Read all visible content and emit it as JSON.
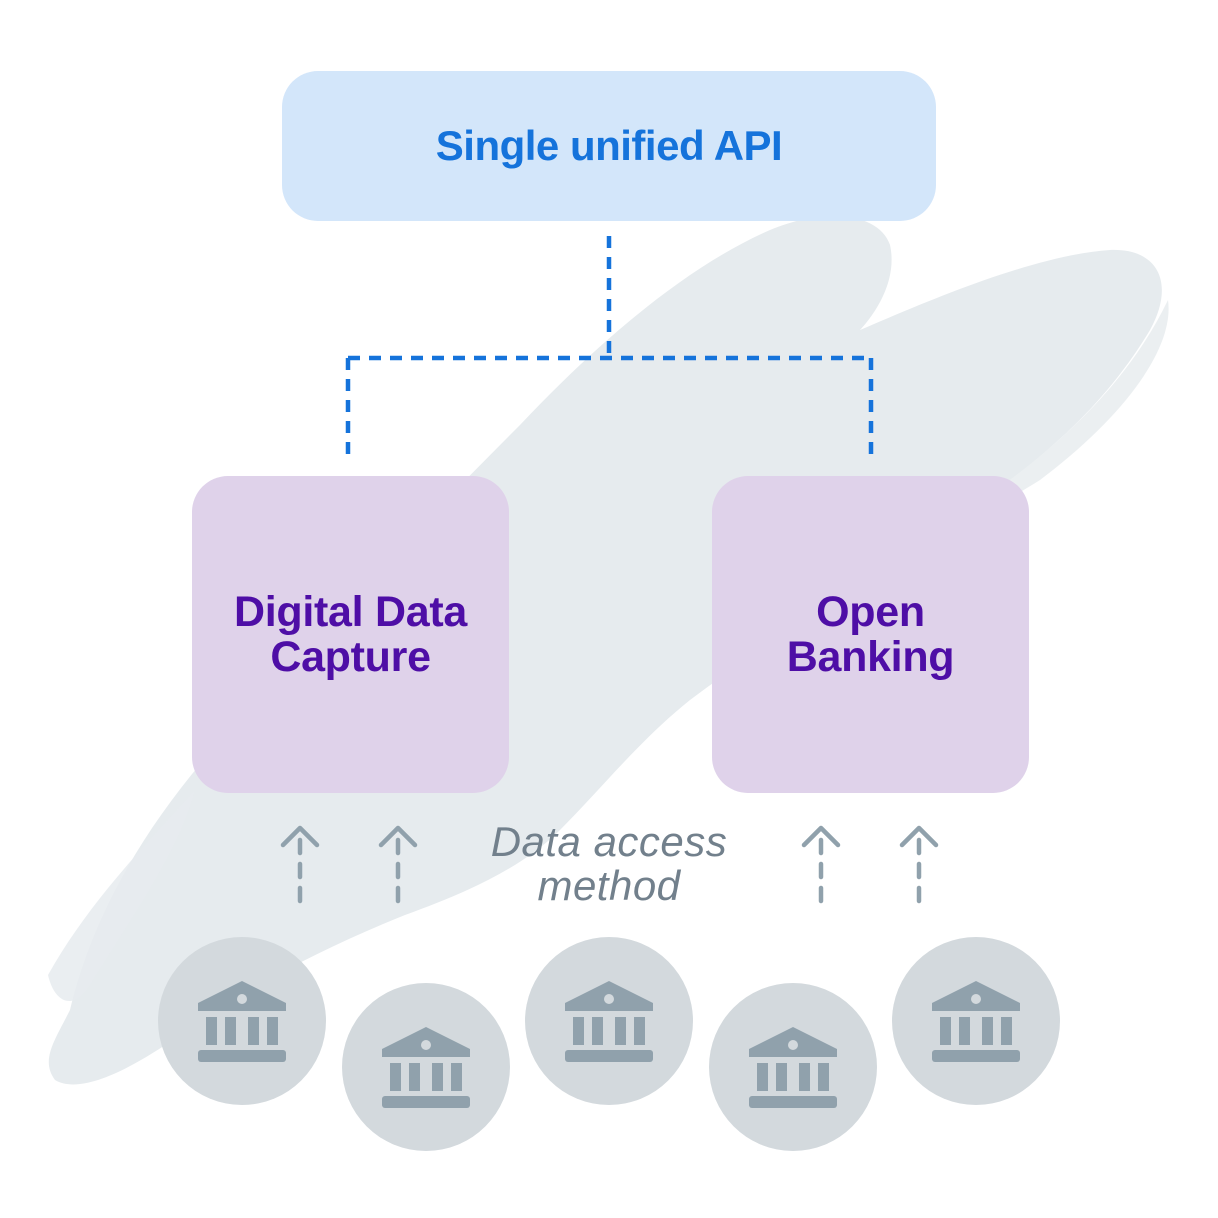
{
  "diagram": {
    "api": {
      "label": "Single unified API"
    },
    "methods": [
      {
        "label": "Digital Data Capture"
      },
      {
        "label": "Open Banking"
      }
    ],
    "access_label": "Data access method",
    "bank_icon": "bank-icon",
    "bank_count": 5
  },
  "colors": {
    "api_fill": "#d3e6fa",
    "api_text": "#1573db",
    "connector": "#1573db",
    "method_fill": "#dfd2ea",
    "method_text": "#4e0ea6",
    "arrow": "#90a1ac",
    "bank_circle": "#d3d9dd",
    "bank_icon": "#90a1ac",
    "brush": "#e6ebee"
  }
}
